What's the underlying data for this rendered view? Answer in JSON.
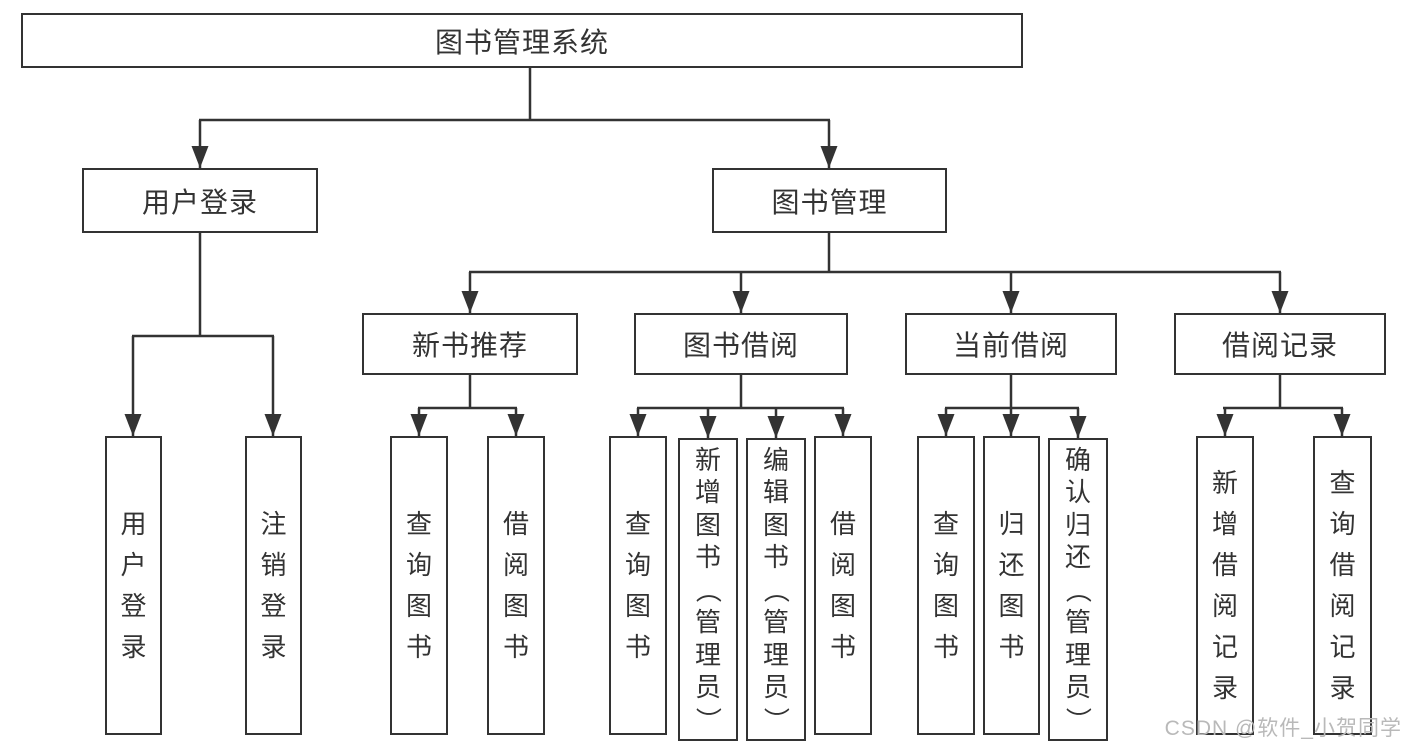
{
  "tree": {
    "root": {
      "label": "图书管理系统"
    },
    "branches": [
      {
        "label": "用户登录",
        "leaves": [
          {
            "label": "用户登录"
          },
          {
            "label": "注销登录"
          }
        ]
      },
      {
        "label": "图书管理",
        "groups": [
          {
            "label": "新书推荐",
            "leaves": [
              {
                "label": "查询图书"
              },
              {
                "label": "借阅图书"
              }
            ]
          },
          {
            "label": "图书借阅",
            "leaves": [
              {
                "label": "查询图书"
              },
              {
                "label": "新增图书（管理员）"
              },
              {
                "label": "编辑图书（管理员）"
              },
              {
                "label": "借阅图书"
              }
            ]
          },
          {
            "label": "当前借阅",
            "leaves": [
              {
                "label": "查询图书"
              },
              {
                "label": "归还图书"
              },
              {
                "label": "确认归还（管理员）"
              }
            ]
          },
          {
            "label": "借阅记录",
            "leaves": [
              {
                "label": "新增借阅记录"
              },
              {
                "label": "查询借阅记录"
              }
            ]
          }
        ]
      }
    ]
  },
  "watermark": {
    "text": "CSDN @软件_小贺同学"
  },
  "colors": {
    "line": "#333333",
    "box_border": "#333333",
    "text": "#333333",
    "watermark": "#b9b9b9",
    "background": "#ffffff"
  }
}
